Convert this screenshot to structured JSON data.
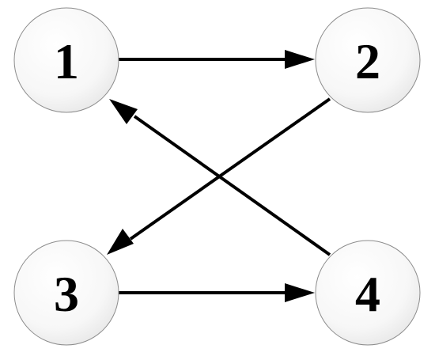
{
  "diagram": {
    "type": "directed-graph",
    "nodes": [
      {
        "id": "1",
        "label": "1"
      },
      {
        "id": "2",
        "label": "2"
      },
      {
        "id": "3",
        "label": "3"
      },
      {
        "id": "4",
        "label": "4"
      }
    ],
    "edges": [
      {
        "from": "1",
        "to": "2"
      },
      {
        "from": "2",
        "to": "3"
      },
      {
        "from": "3",
        "to": "4"
      },
      {
        "from": "4",
        "to": "1"
      }
    ]
  }
}
